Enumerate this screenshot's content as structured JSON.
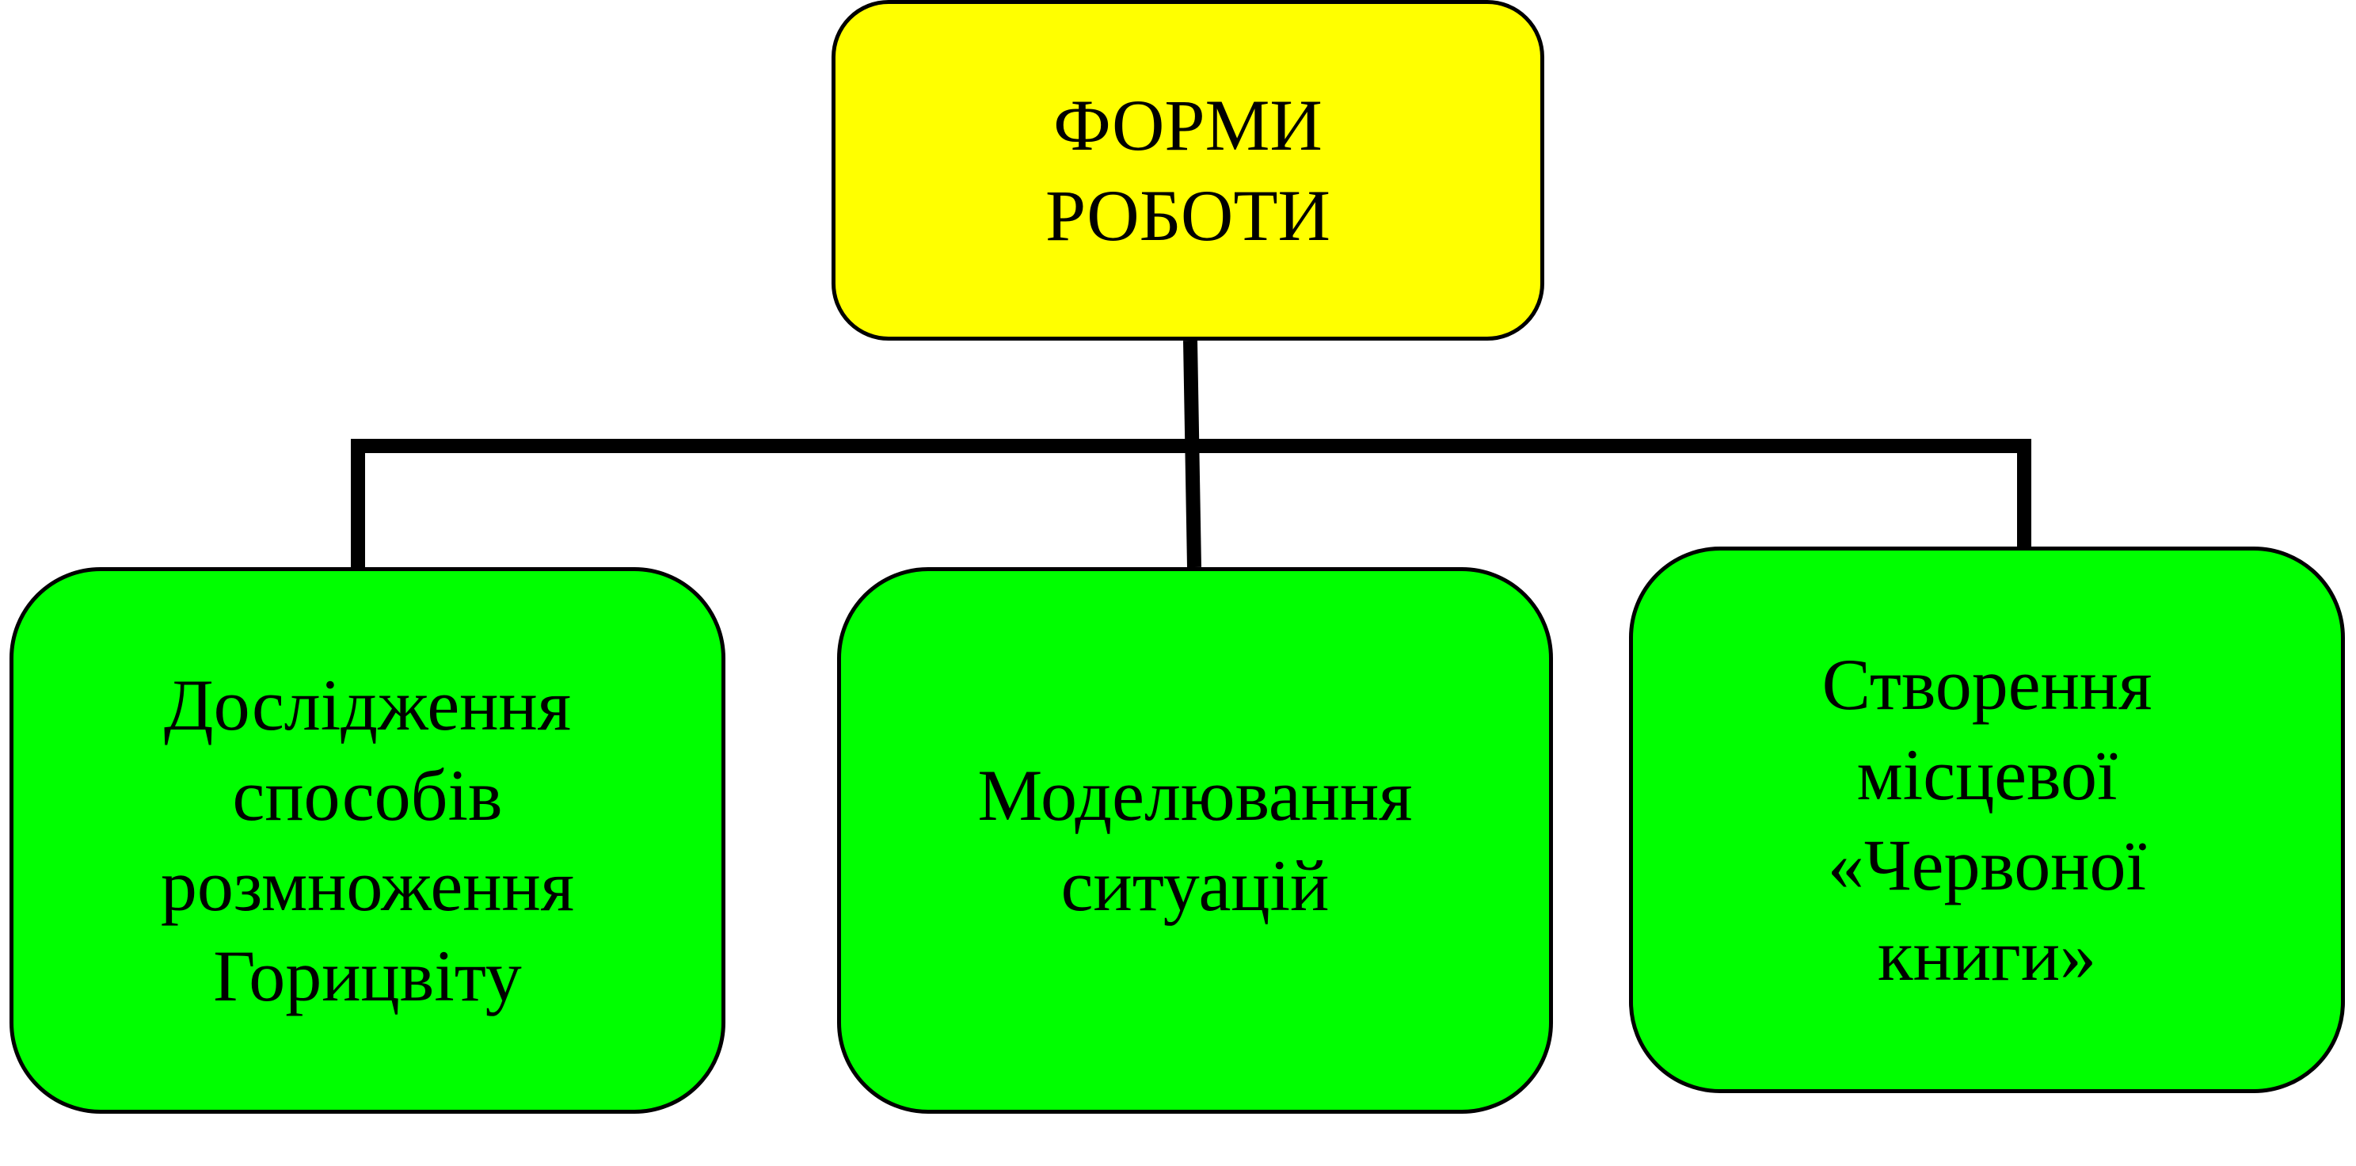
{
  "colors": {
    "root_fill": "#ffff00",
    "child_fill": "#00ff00",
    "outline": "#000000",
    "connector": "#000000",
    "background": "#ffffff"
  },
  "diagram": {
    "root": {
      "label": "ФОРМИ\nРОБОТИ"
    },
    "children": [
      {
        "label": "Дослідження\nспособів\nрозмноження\nГорицвіту"
      },
      {
        "label": "Моделювання\nситуацій"
      },
      {
        "label": "Створення\nмісцевої\n«Червоної\nкниги»"
      }
    ]
  }
}
